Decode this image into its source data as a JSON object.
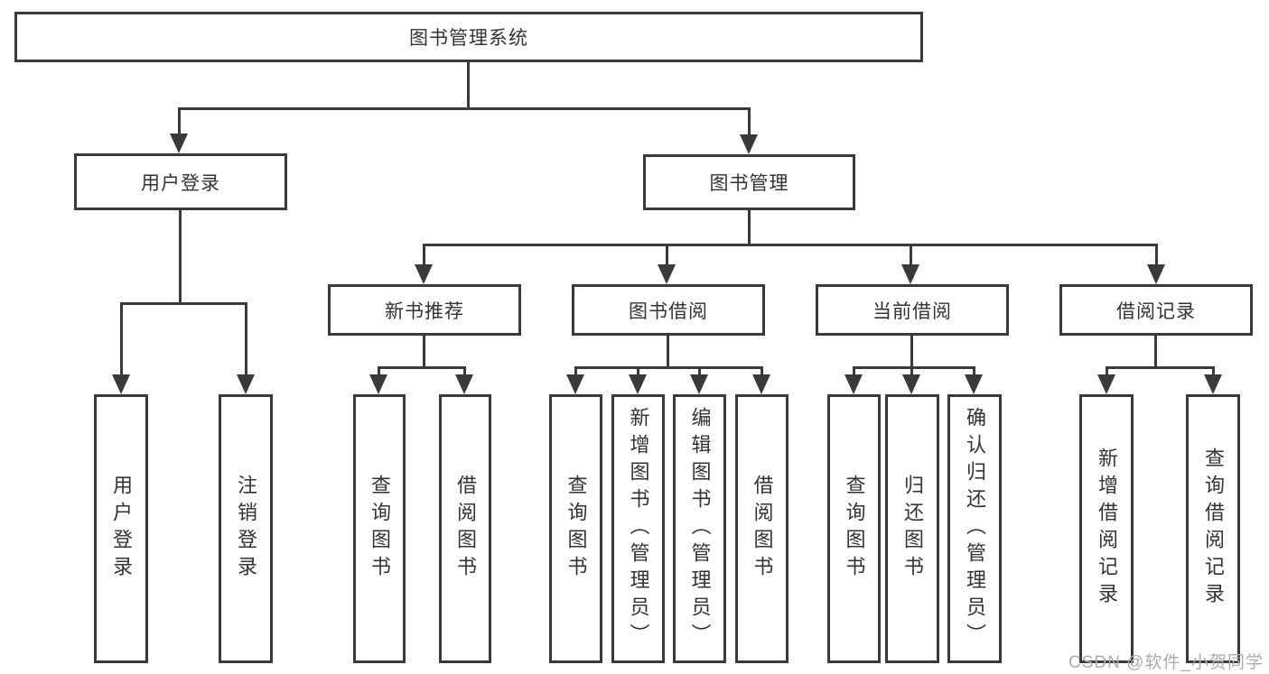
{
  "tree": {
    "root": "图书管理系统",
    "branches": [
      {
        "label": "用户登录",
        "leaves": [
          "用户登录",
          "注销登录"
        ]
      },
      {
        "label": "图书管理",
        "groups": [
          {
            "label": "新书推荐",
            "leaves": [
              "查询图书",
              "借阅图书"
            ]
          },
          {
            "label": "图书借阅",
            "leaves": [
              "查询图书",
              "新增图书（管理员）",
              "编辑图书（管理员）",
              "借阅图书"
            ]
          },
          {
            "label": "当前借阅",
            "leaves": [
              "查询图书",
              "归还图书",
              "确认归还（管理员）"
            ]
          },
          {
            "label": "借阅记录",
            "leaves": [
              "新增借阅记录",
              "查询借阅记录"
            ]
          }
        ]
      }
    ]
  },
  "watermark": "CSDN @软件_小贺同学",
  "colors": {
    "line": "#3a3a3a",
    "node_border": "#3a3a3a",
    "text": "#333333",
    "watermark": "#acacac",
    "background": "#ffffff"
  }
}
